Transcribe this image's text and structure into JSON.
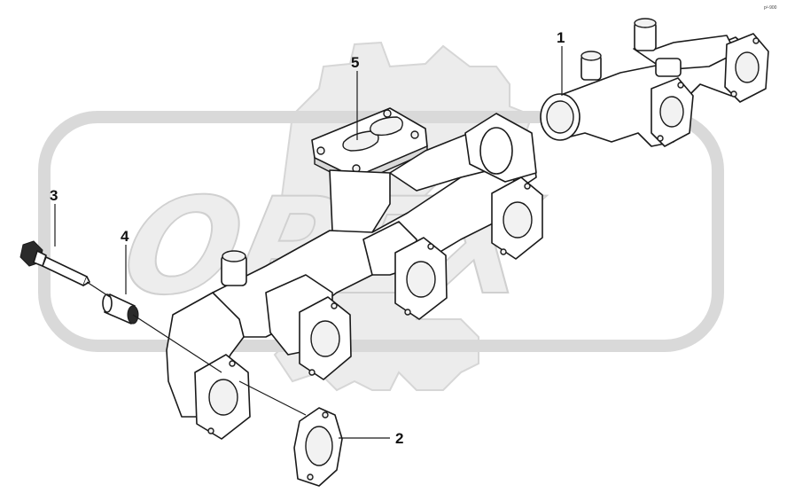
{
  "watermark": {
    "text": "OPEX"
  },
  "corner_mark": "p²-900",
  "callouts": [
    {
      "id": "1",
      "label": "1"
    },
    {
      "id": "2",
      "label": "2"
    },
    {
      "id": "3",
      "label": "3"
    },
    {
      "id": "4",
      "label": "4"
    },
    {
      "id": "5",
      "label": "5"
    }
  ],
  "parts": {
    "manifold_front": "front exhaust manifold",
    "manifold_rear": "rear exhaust manifold",
    "gasket": "exhaust gasket",
    "bolt": "bolt",
    "spacer": "spacer sleeve",
    "turbo_flange": "turbo flange gasket"
  }
}
